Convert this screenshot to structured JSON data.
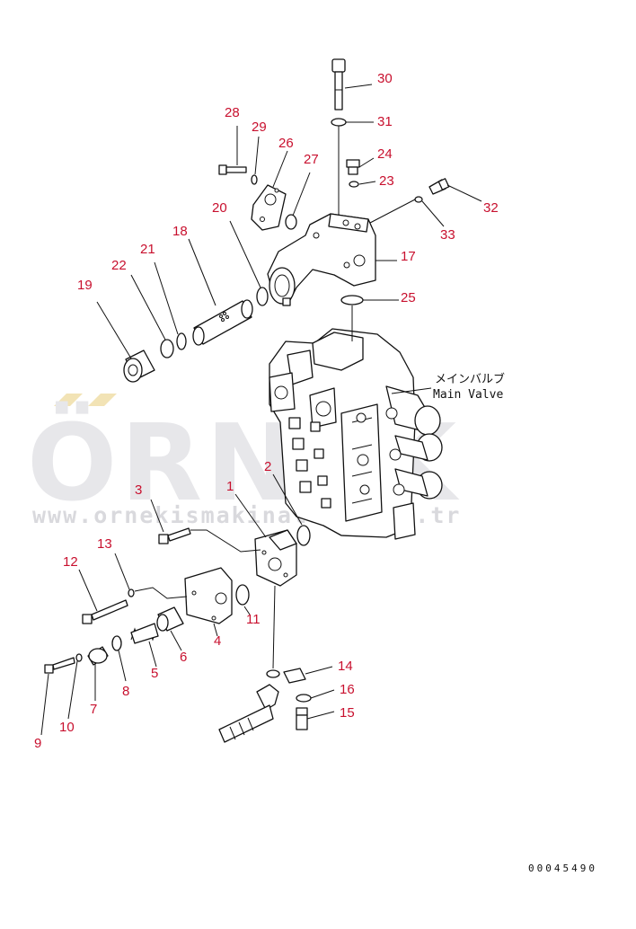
{
  "watermark": {
    "brand": "ÖRNEK",
    "url": "www.ornekismakinalari.com.tr",
    "accent_color": "#f2e3b5"
  },
  "annotation": {
    "japanese": "メインバルブ",
    "english": "Main Valve"
  },
  "drawing_number": "00045490",
  "callout_color": "#c8102e",
  "callouts": {
    "c1": "1",
    "c2": "2",
    "c3": "3",
    "c4": "4",
    "c5": "5",
    "c6": "6",
    "c7": "7",
    "c8": "8",
    "c9": "9",
    "c10": "10",
    "c11": "11",
    "c12": "12",
    "c13": "13",
    "c14": "14",
    "c15": "15",
    "c16": "16",
    "c17": "17",
    "c18": "18",
    "c19": "19",
    "c20": "20",
    "c21": "21",
    "c22": "22",
    "c23": "23",
    "c24": "24",
    "c25": "25",
    "c26": "26",
    "c27": "27",
    "c28": "28",
    "c29": "29",
    "c30": "30",
    "c31": "31",
    "c32": "32",
    "c33": "33"
  }
}
